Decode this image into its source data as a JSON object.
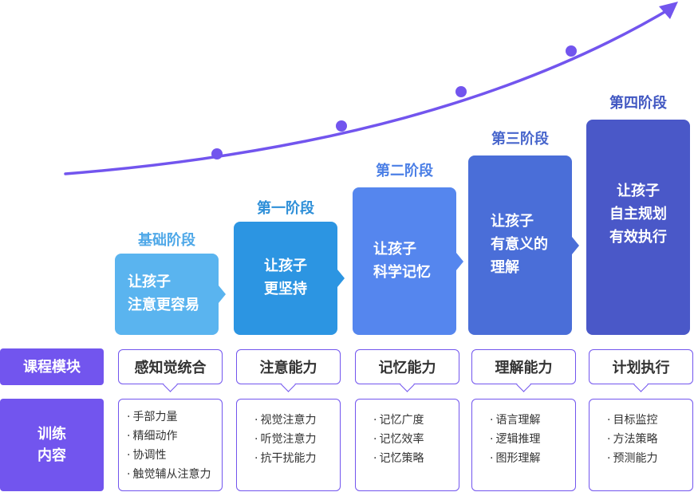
{
  "stages": [
    {
      "title": "基础阶段",
      "lines": [
        "让孩子",
        "注意更容易"
      ],
      "title_color": "#4fa8e8",
      "box_color": "#5ab4ef"
    },
    {
      "title": "第一阶段",
      "lines": [
        "让孩子",
        "更坚持"
      ],
      "title_color": "#2e8fd8",
      "box_color": "#2c95e2"
    },
    {
      "title": "第二阶段",
      "lines": [
        "让孩子",
        "科学记忆"
      ],
      "title_color": "#4b7fe6",
      "box_color": "#5586ee"
    },
    {
      "title": "第三阶段",
      "lines": [
        "让孩子",
        "有意义的",
        "理解"
      ],
      "title_color": "#4866cc",
      "box_color": "#4a6ed8"
    },
    {
      "title": "第四阶段",
      "lines": [
        "让孩子",
        "自主规划",
        "有效执行"
      ],
      "title_color": "#4258c2",
      "box_color": "#4a58c8"
    }
  ],
  "row_labels": {
    "modules": "课程模块",
    "training_line1": "训练",
    "training_line2": "内容"
  },
  "modules": [
    "感知觉统合",
    "注意能力",
    "记忆能力",
    "理解能力",
    "计划执行"
  ],
  "training": [
    [
      "手部力量",
      "精细动作",
      "协调性",
      "触觉辅从注意力"
    ],
    [
      "视觉注意力",
      "听觉注意力",
      "抗干扰能力"
    ],
    [
      "记忆广度",
      "记忆效率",
      "记忆策略"
    ],
    [
      "语言理解",
      "逻辑推理",
      "图形理解"
    ],
    [
      "目标监控",
      "方法策略",
      "预测能力"
    ]
  ],
  "colors": {
    "accent": "#7255ee",
    "curve": "#7255ee"
  }
}
